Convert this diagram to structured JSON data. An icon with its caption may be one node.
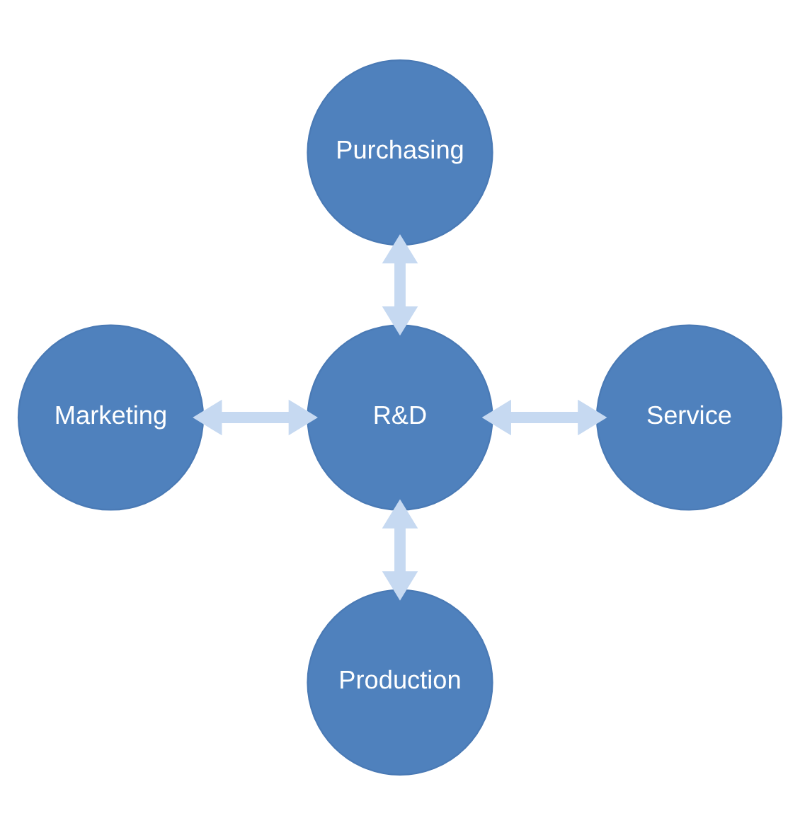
{
  "diagram": {
    "nodes": [
      {
        "text": [
          "Purchasing"
        ]
      },
      {
        "text": [
          "Marketing"
        ]
      },
      {
        "text": [
          "R&D"
        ]
      },
      {
        "text": [
          "Service"
        ]
      },
      {
        "text": [
          "Production"
        ]
      }
    ],
    "edges": [
      {
        "from": 0,
        "to": 2,
        "arrow": "both"
      },
      {
        "from": 1,
        "to": 2,
        "arrow": "both"
      },
      {
        "from": 2,
        "to": 3,
        "arrow": "both"
      },
      {
        "from": 2,
        "to": 4,
        "arrow": "both"
      }
    ]
  }
}
